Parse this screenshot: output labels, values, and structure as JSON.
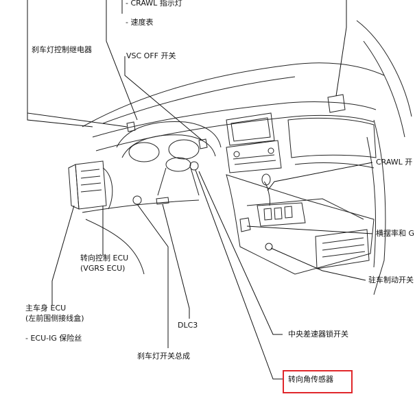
{
  "labels": {
    "crawl_indicator": "- CRAWL 指示灯",
    "speedometer": "- 速度表",
    "brake_relay": "刹车灯控制继电器",
    "vsc_off": "VSC OFF 开关",
    "crawl_switch": "CRAWL 开",
    "yaw_rate": "横摆率和 G",
    "parking_brake": "驻车制动开关",
    "steering_ecu_1": "转向控制 ECU",
    "steering_ecu_2": "(VGRS ECU)",
    "main_body_ecu_1": "主车身 ECU",
    "main_body_ecu_2": "(左前围侧接线盒)",
    "ecu_ig_fuse": "- ECU-IG 保险丝",
    "dlc3": "DLC3",
    "center_diff_lock": "中央差速器锁开关",
    "stop_lamp_switch": "刹车灯开关总成",
    "steering_angle_sensor": "转向角传感器"
  },
  "highlight_color": "#e0262a"
}
